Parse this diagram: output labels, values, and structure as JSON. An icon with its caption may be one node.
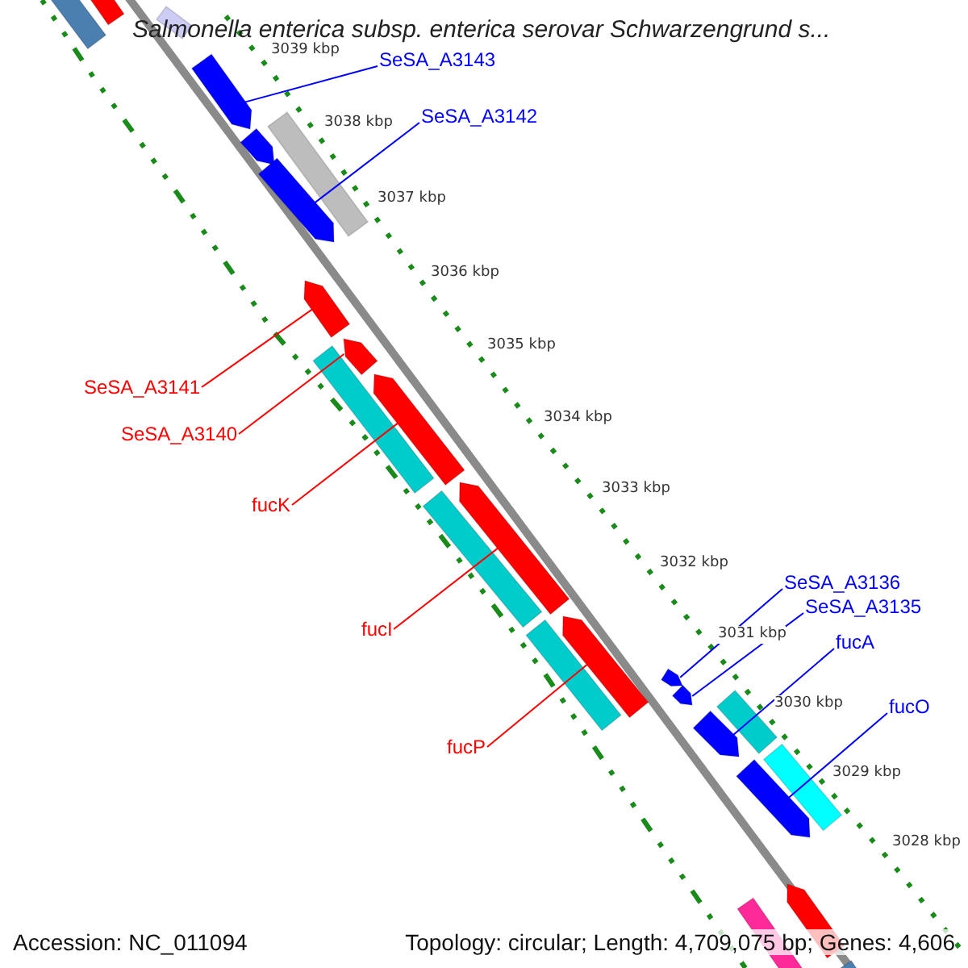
{
  "diagram": {
    "title": "Salmonella enterica subsp. enterica serovar Schwarzengrund s...",
    "nodes": [
      {
        "text": [
          "SeSA_A3143"
        ]
      },
      {
        "text": [
          "SeSA_A3142"
        ]
      },
      {
        "text": [
          "SeSA_A3141"
        ]
      },
      {
        "text": [
          "SeSA_A3140"
        ]
      },
      {
        "text": [
          "fucK"
        ]
      },
      {
        "text": [
          "SeSA_A3136"
        ]
      },
      {
        "text": [
          "SeSA_A3135"
        ]
      },
      {
        "text": [
          "fucI"
        ]
      },
      {
        "text": [
          "fucA"
        ]
      },
      {
        "text": [
          "fucO"
        ]
      },
      {
        "text": [
          "fucP"
        ]
      },
      {
        "text": [],
        "shape": "bar"
      },
      {
        "text": [],
        "shape": "bar"
      },
      {
        "text": [],
        "shape": "bar"
      },
      {
        "text": [],
        "shape": "arrow"
      },
      {
        "text": [],
        "shape": "bar"
      },
      {
        "text": [],
        "shape": "arrow"
      },
      {
        "text": [],
        "shape": "arrow"
      },
      {
        "text": [],
        "shape": "arrow"
      },
      {
        "text": [],
        "shape": "arrow"
      },
      {
        "text": [],
        "shape": "bar"
      },
      {
        "text": [],
        "shape": "arrow"
      },
      {
        "text": [],
        "shape": "bar"
      },
      {
        "text": [],
        "shape": "arrow"
      },
      {
        "text": [],
        "shape": "bar"
      },
      {
        "text": [],
        "shape": "arrow"
      },
      {
        "text": [],
        "shape": "arrow"
      },
      {
        "text": [],
        "shape": "arrow"
      },
      {
        "text": [],
        "shape": "bar"
      },
      {
        "text": [],
        "shape": "arrow"
      },
      {
        "text": [],
        "shape": "bar"
      },
      {
        "text": [],
        "shape": "arrow"
      },
      {
        "text": [],
        "shape": "bar"
      },
      {
        "text": [],
        "shape": "arrow"
      },
      {
        "text": [],
        "shape": "bar"
      }
    ],
    "edges": [
      {
        "from": 0,
        "to": 14,
        "arrow": "none"
      },
      {
        "from": 1,
        "to": 17,
        "arrow": "none"
      },
      {
        "from": 2,
        "to": 18,
        "arrow": "none",
        "color": "#ff0000"
      },
      {
        "from": 3,
        "to": 19,
        "arrow": "none",
        "color": "#ff0000"
      },
      {
        "from": 4,
        "to": 21,
        "arrow": "none",
        "color": "#ff0000"
      },
      {
        "from": 7,
        "to": 23,
        "arrow": "none",
        "color": "#ff0000"
      },
      {
        "from": 10,
        "to": 25,
        "arrow": "none",
        "color": "#ff0000"
      },
      {
        "from": 5,
        "to": 26,
        "arrow": "none"
      },
      {
        "from": 6,
        "to": 27,
        "arrow": "none"
      },
      {
        "from": 8,
        "to": 29,
        "arrow": "none"
      },
      {
        "from": 9,
        "to": 31,
        "arrow": "none"
      }
    ],
    "labels": [
      "3039 kbp",
      "3038 kbp",
      "3037 kbp",
      "3036 kbp",
      "3035 kbp",
      "3034 kbp",
      "3033 kbp",
      "3032 kbp",
      "3031 kbp",
      "3030 kbp",
      "3029 kbp",
      "3028 kbp",
      "Accession: NC_011094",
      "Topology: circular; Length: 4,709,075 bp; Genes: 4,606"
    ]
  }
}
